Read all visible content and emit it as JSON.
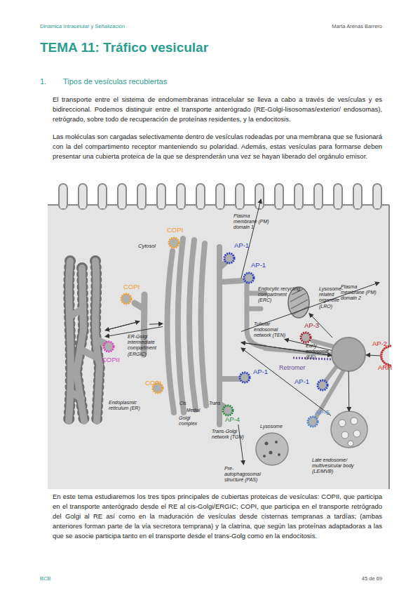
{
  "diagram": {
    "title": "TEMA 11: Tráfico vesicular",
    "nodes": [
      {
        "text": [
          "Endoplasmic reticulum (ER)"
        ]
      },
      {
        "text": [
          "ER-Golgi intermediate compartment (ERGIC)"
        ]
      },
      {
        "text": [
          "Golgi complex"
        ]
      },
      {
        "text": [
          "Trans-Golgi network (TGN)"
        ]
      },
      {
        "text": [
          "Plasma membrane (PM) domain 1"
        ]
      },
      {
        "text": [
          "Plasma membrane (PM) domain 2"
        ]
      },
      {
        "text": [
          "Endocytic recycling compartment (ERC)"
        ]
      },
      {
        "text": [
          "Lysosome-related organelle (LRO)"
        ]
      },
      {
        "text": [
          "Tubular endosomal network (TEN)"
        ]
      },
      {
        "text": [
          "Early endosome (EE)"
        ]
      },
      {
        "text": [
          "Lysosome"
        ]
      },
      {
        "text": [
          "Late endosome/ multivesicular body (LE/MVB)"
        ]
      },
      {
        "text": [
          "Pre-autophagosomal structure (PAS)"
        ]
      }
    ],
    "edges": [
      {
        "from": 0,
        "to": 1,
        "arrow": "to"
      },
      {
        "from": 1,
        "to": 0,
        "arrow": "to"
      },
      {
        "from": 1,
        "to": 2,
        "arrow": "to"
      },
      {
        "from": 2,
        "to": 0,
        "arrow": "to"
      },
      {
        "from": 3,
        "to": 4,
        "arrow": "to"
      },
      {
        "from": 3,
        "to": 5,
        "arrow": "to"
      },
      {
        "from": 9,
        "to": 7,
        "arrow": "to"
      },
      {
        "from": 9,
        "to": 3,
        "arrow": "to"
      },
      {
        "from": 3,
        "to": 9,
        "arrow": "to"
      },
      {
        "from": 3,
        "to": 12,
        "arrow": "to"
      },
      {
        "from": 9,
        "to": 11,
        "arrow": "to"
      },
      {
        "from": 11,
        "to": 3,
        "arrow": "to"
      },
      {
        "from": 9,
        "to": 8,
        "arrow": "to"
      }
    ],
    "labels": [
      "Dinámica Intracelular y Señalización",
      "Marta Arenas Barrero",
      "1.",
      "Tipos de vesículas recubiertas",
      "El transporte entre el sistema de endomembranas intracelular se lleva a cabo a través de vesículas y es bidireccional. Podemos distinguir entre el transporte anterógrado (RE-Golgi-lisosomas/exterior/ endosomas), retrógrado, sobre todo de recuperación de proteínas residentes, y la endocitosis.",
      "Las moléculas son cargadas selectivamente dentro de vesículas rodeadas por una membrana que se fusionará con la del compartimento receptor manteniendo su polaridad. Además, estas vesículas para formarse deben presentar una cubierta proteica de la que se desprenderán una vez se hayan liberado del orgánulo emisor.",
      "Cytosol",
      "COPI",
      "COPI",
      "COPII",
      "COPI",
      "Cis",
      "Medial",
      "Trans",
      "AP-1",
      "AP-1",
      "AP-3",
      "AP-2",
      "ARH",
      "Retromer",
      "AP-1",
      "AP-1",
      "AP-4",
      "AP-5",
      "En este tema estudiaremos los tres tipos principales de cubiertas proteicas de vesículas: COPII, que participa en el transporte anterógrado desde el RE al cis-Golgi/ERGIC; COPI, que participa en el transporte retrógrado del Golgi al RE así como en la maduración de vesículas desde cisternas tempranas a tardías; (ambas anteriores forman parte de la vía secretora temprana) y la clatrina, que según las proteínas adaptadoras a las que se asocie participa tanto en el transporte desde el trans-Golg como en la endocitosis.",
      "BCB",
      "45 de 69"
    ]
  }
}
